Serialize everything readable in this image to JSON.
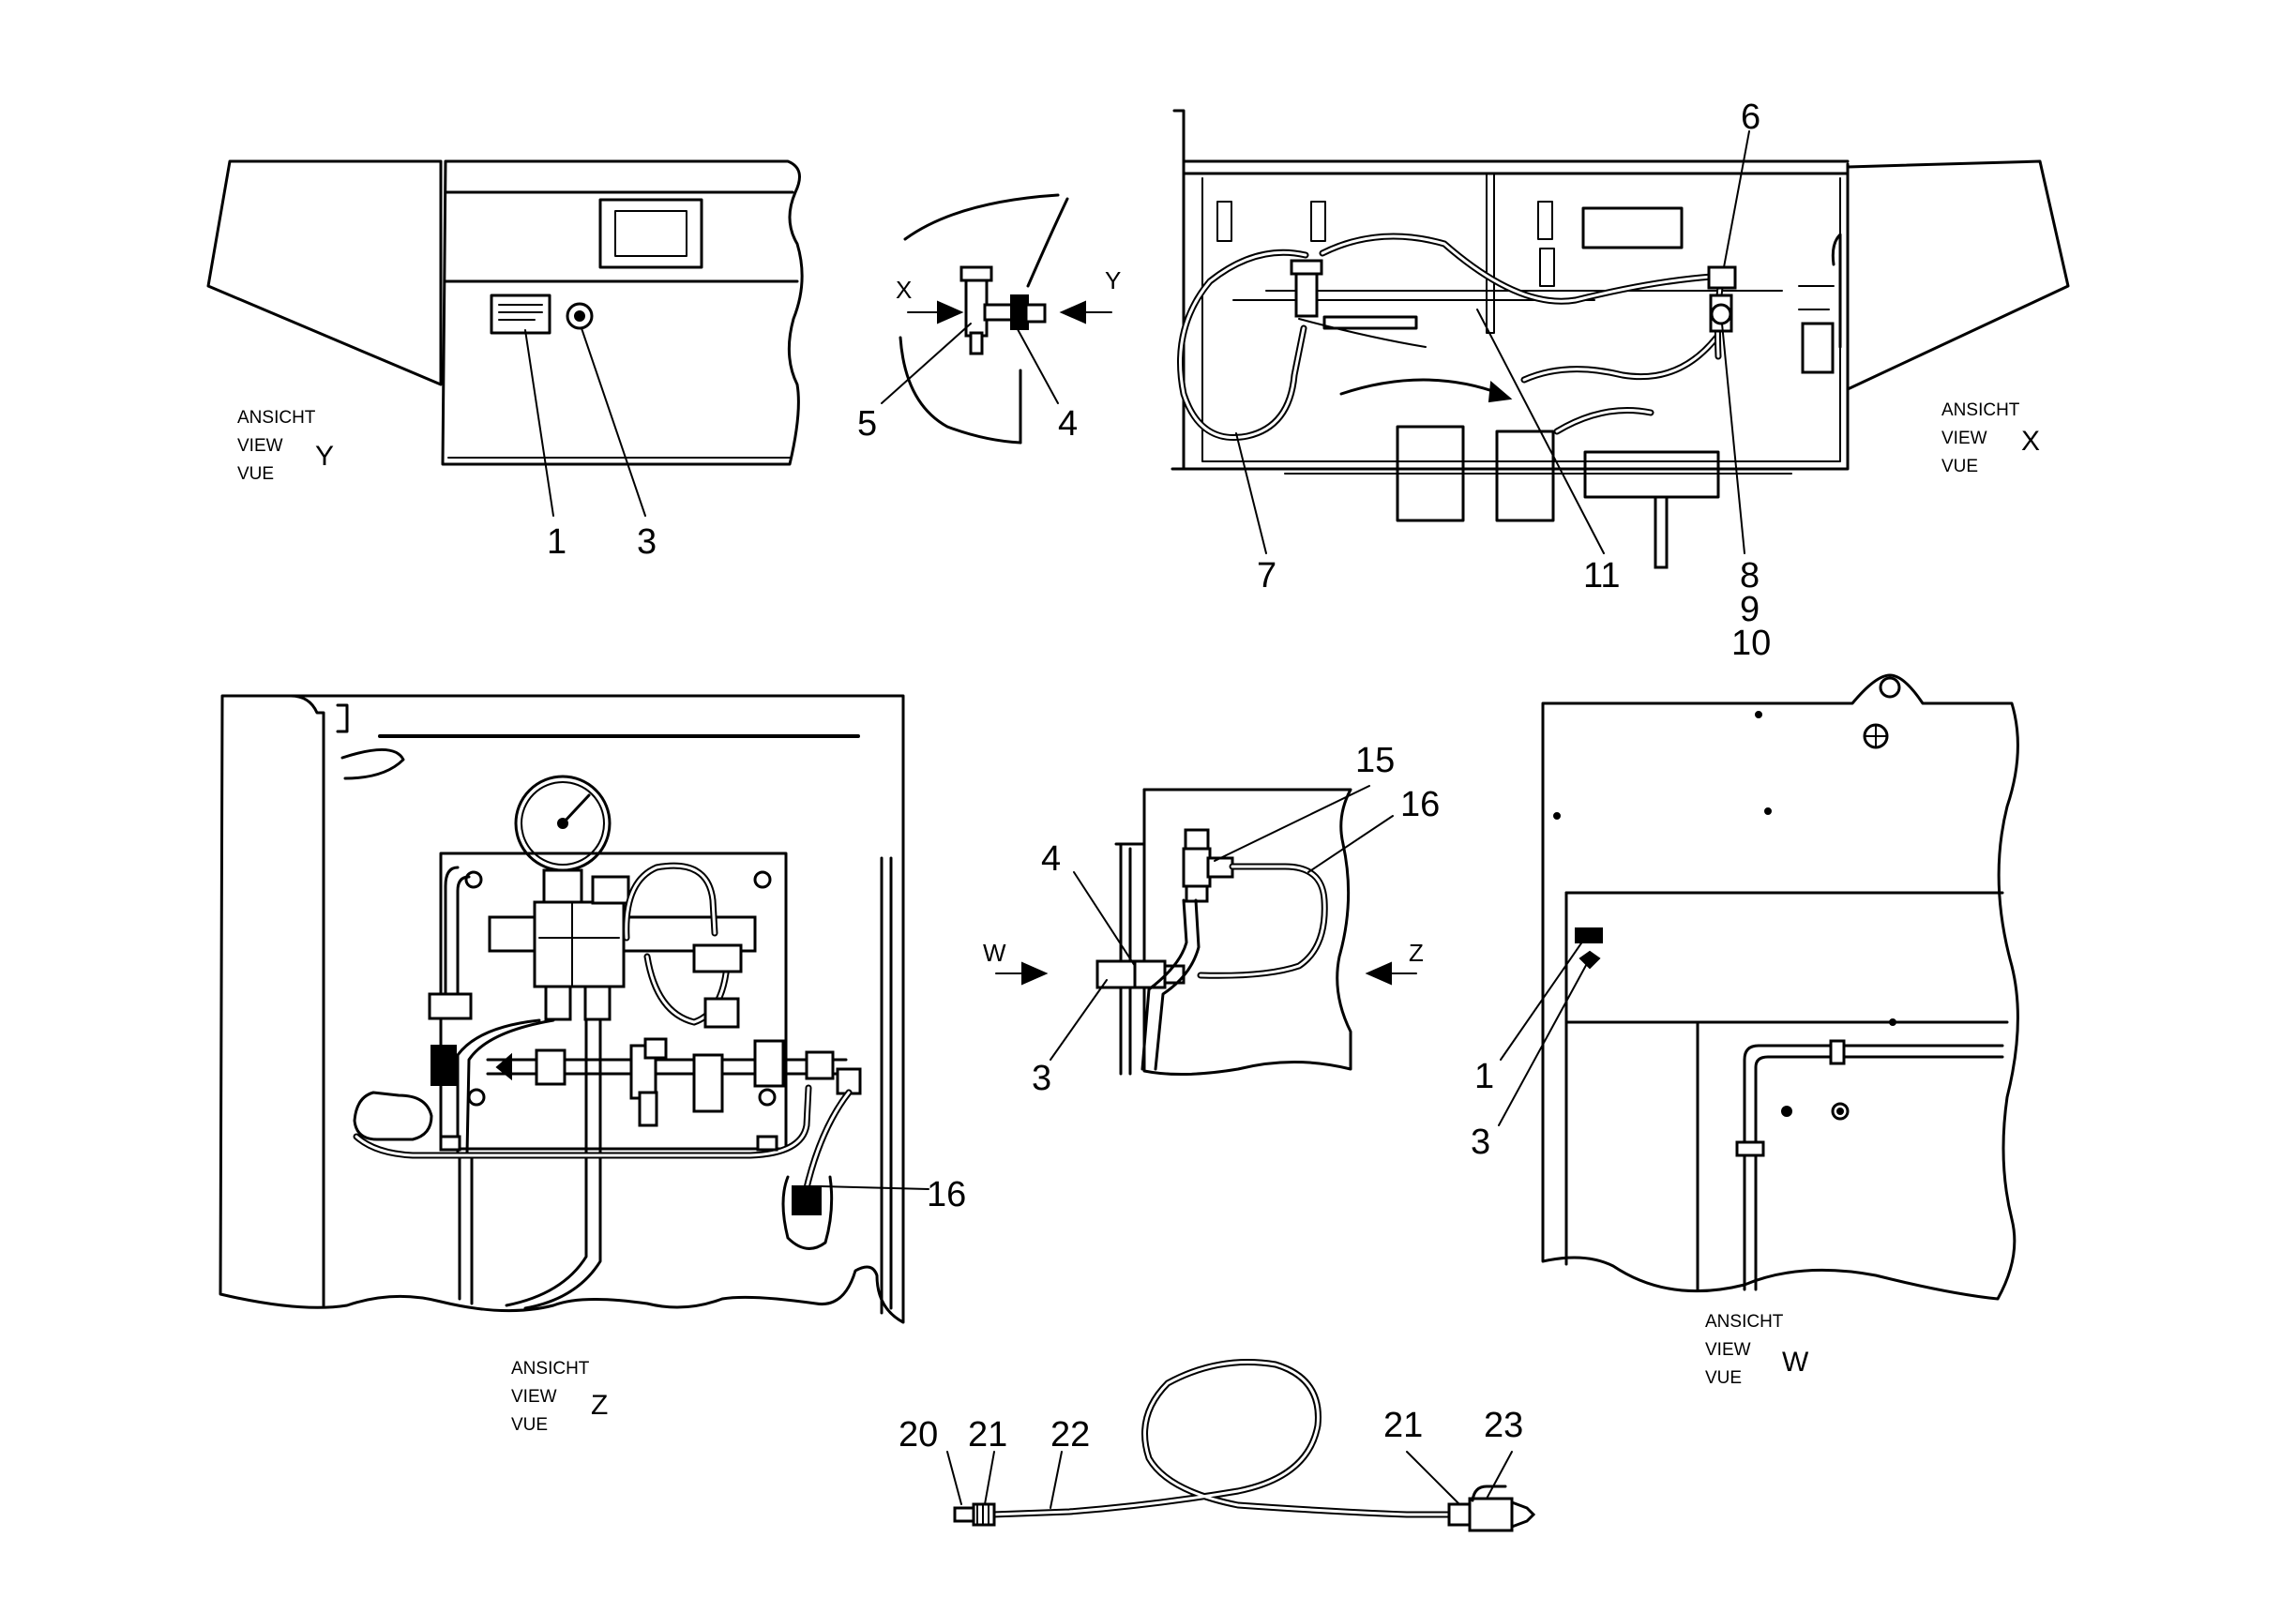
{
  "views": {
    "y": {
      "ansicht": "ANSICHT",
      "view": "VIEW",
      "vue": "VUE",
      "letter": "Y",
      "callouts": [
        "1",
        "3"
      ]
    },
    "detail": {
      "arrow_x": "X",
      "arrow_y": "Y",
      "callouts": [
        "5",
        "4"
      ]
    },
    "x": {
      "ansicht": "ANSICHT",
      "view": "VIEW",
      "vue": "VUE",
      "letter": "X",
      "callouts": [
        "6",
        "7",
        "11",
        "8",
        "9",
        "10"
      ]
    },
    "z": {
      "ansicht": "ANSICHT",
      "view": "VIEW",
      "vue": "VUE",
      "letter": "Z",
      "callouts": [
        "16"
      ]
    },
    "middle": {
      "arrow_w": "W",
      "arrow_z": "Z",
      "callouts": [
        "15",
        "16",
        "4",
        "3"
      ]
    },
    "w": {
      "ansicht": "ANSICHT",
      "view": "VIEW",
      "vue": "VUE",
      "letter": "W",
      "callouts": [
        "1",
        "3"
      ]
    },
    "hose": {
      "callouts": [
        "20",
        "21",
        "22",
        "21",
        "23"
      ]
    }
  }
}
